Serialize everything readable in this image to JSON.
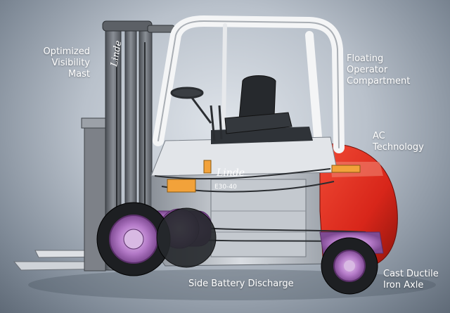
{
  "labels": {
    "mast": [
      "Optimized",
      "Visibility",
      "Mast"
    ],
    "compartment": [
      "Floating",
      "Operator",
      "Compartment"
    ],
    "ac": [
      "AC",
      "Technology"
    ],
    "battery": "Side Battery Discharge",
    "axle": [
      "Cast Ductile",
      "Iron Axle"
    ]
  },
  "branding": {
    "mast_logo": "Linde",
    "body_logo": "Linde",
    "model": "E30-40"
  },
  "colors": {
    "body_red": "#d8261a",
    "mast_gray": "#6c7075",
    "axle_purple": "#b47ac8",
    "cab_white": "#f4f5f6"
  }
}
